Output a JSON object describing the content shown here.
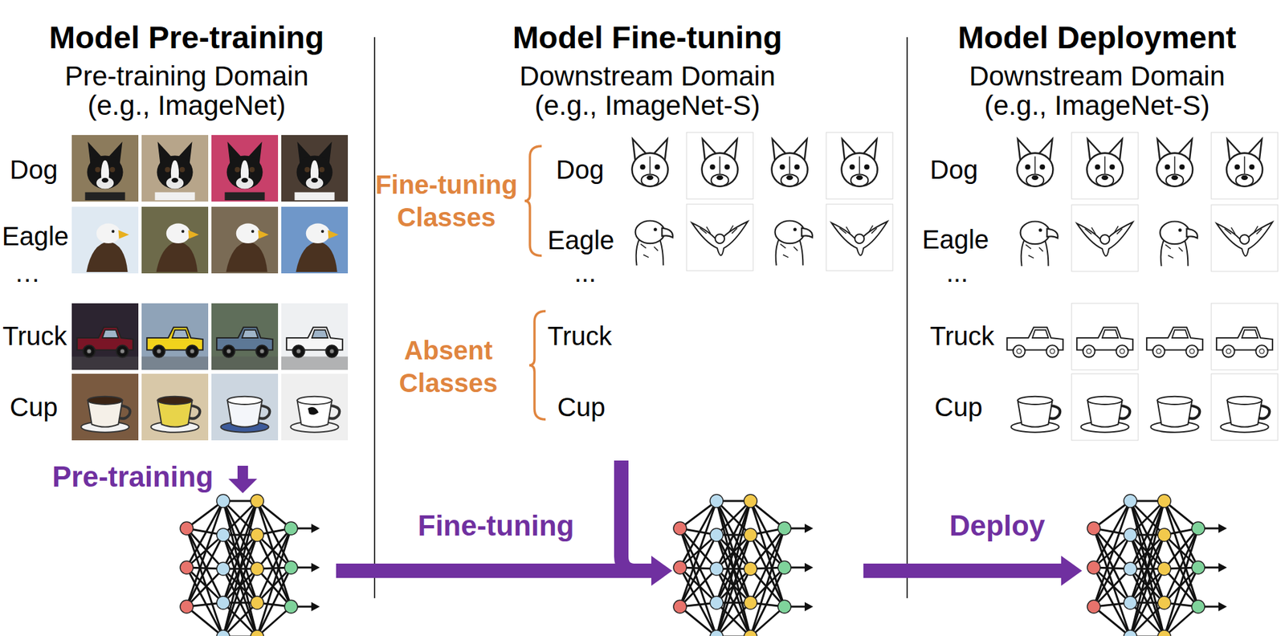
{
  "diagram": {
    "nodes": [
      {
        "text": [
          "Model Pre-training",
          "Pre-training Domain (e.g., ImageNet)"
        ]
      },
      {
        "text": [
          "Model Fine-tuning",
          "Downstream Domain (e.g., ImageNet-S)"
        ]
      },
      {
        "text": [
          "Model Deployment",
          "Downstream Domain (e.g., ImageNet-S)"
        ]
      }
    ],
    "labels": [
      "Dog",
      "Eagle",
      "…",
      "Truck",
      "Cup",
      "Pre-training",
      "Fine-tuning Classes",
      "Dog",
      "Eagle",
      "...",
      "Absent Classes",
      "Truck",
      "Cup",
      "Fine-tuning",
      "Dog",
      "Eagle",
      "...",
      "Truck",
      "Cup",
      "Deploy"
    ]
  }
}
